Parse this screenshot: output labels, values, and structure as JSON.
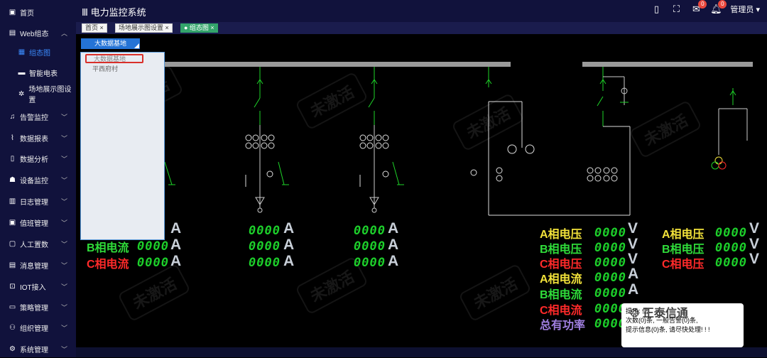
{
  "app": {
    "title": "电力监控系统",
    "user": "管理员"
  },
  "sidebar": {
    "items": [
      {
        "label": "首页",
        "icon": "image-icon"
      },
      {
        "label": "Web组态",
        "icon": "document-icon"
      },
      {
        "label": "组态图",
        "icon": "grid-icon"
      },
      {
        "label": "智能电表",
        "icon": "meter-icon"
      },
      {
        "label": "场地展示图设置",
        "icon": "gear-icon"
      },
      {
        "label": "告警监控",
        "icon": "bell-icon"
      },
      {
        "label": "数据报表",
        "icon": "chart-icon"
      },
      {
        "label": "数据分析",
        "icon": "analysis-icon"
      },
      {
        "label": "设备监控",
        "icon": "device-icon"
      },
      {
        "label": "日志管理",
        "icon": "books-icon"
      },
      {
        "label": "值班管理",
        "icon": "duty-icon"
      },
      {
        "label": "人工置数",
        "icon": "manual-icon"
      },
      {
        "label": "消息管理",
        "icon": "message-icon"
      },
      {
        "label": "IOT接入",
        "icon": "iot-icon"
      },
      {
        "label": "策略管理",
        "icon": "keyboard-icon"
      },
      {
        "label": "组织管理",
        "icon": "org-icon"
      },
      {
        "label": "系统管理",
        "icon": "system-icon"
      }
    ]
  },
  "header": {
    "mail_badge": "0",
    "bell_badge": "0"
  },
  "tabs": [
    {
      "label": "首页 ×"
    },
    {
      "label": "场地展示图设置 ×"
    },
    {
      "label": "● 组态图 ×"
    }
  ],
  "selector": {
    "value": "大数据基地",
    "options": [
      "大数据基地",
      "平西府村"
    ]
  },
  "watermark": "未激活",
  "meters": {
    "value": "0000",
    "unit_a": "A",
    "unit_v": "V",
    "labels": {
      "b_current": "B相电流",
      "c_current": "C相电流",
      "a_voltage": "A相电压",
      "b_voltage": "B相电压",
      "c_voltage": "C相电压",
      "a_current": "A相电流",
      "total_power": "总有功率"
    }
  },
  "colors": {
    "a_phase": "#f2e23a",
    "b_phase": "#2fdc3a",
    "c_phase": "#ff2a2a",
    "total": "#a07fe0",
    "accent": "#2473d6"
  },
  "tip": {
    "title": "提示:",
    "line1": "信",
    "line2": "次数(0)条, 一般告警(0)条,",
    "line3": "提示信息(0)条, 请尽快处理! ! !",
    "brand": "正泰信通"
  }
}
